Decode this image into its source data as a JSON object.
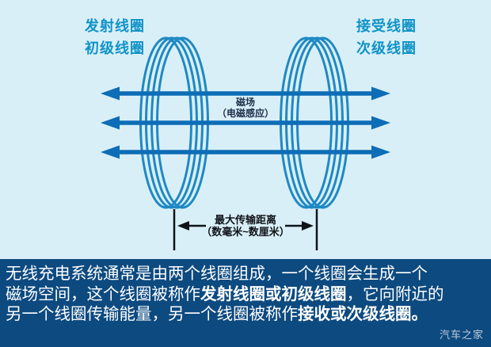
{
  "colors": {
    "background": "#d9eff8",
    "coil_stroke": "#1f89c3",
    "field_arrow": "#0d6db6",
    "coil_label": "#0f93c7",
    "field_label": "#1d3049",
    "dimension": "#101418",
    "panel_background": "#0d4a80",
    "panel_text": "#ffffff",
    "watermark": "#bfccdb"
  },
  "diagram": {
    "left_coil": {
      "label_line1": "发射线圈",
      "label_line2": "初级线圈"
    },
    "right_coil": {
      "label_line1": "接受线圈",
      "label_line2": "次级线圈"
    },
    "field_label": {
      "line1": "磁场",
      "line2": "（电磁感应）"
    },
    "distance_label": {
      "line1": "最大传输距离",
      "line2": "（数毫米~数厘米）"
    }
  },
  "panel": {
    "line1": "无线充电系统通常是由两个线圈组成，一个线圈会生成一个",
    "line2_pre": "磁场空间，这个线圈被称作",
    "line2_bold": "发射线圈或初级线圈",
    "line2_post": "，它向附近的",
    "line3_pre": "另一个线圈传输能量，另一个线圈被称作",
    "line3_bold": "接收或次级线圈。",
    "watermark": "汽车之家"
  }
}
